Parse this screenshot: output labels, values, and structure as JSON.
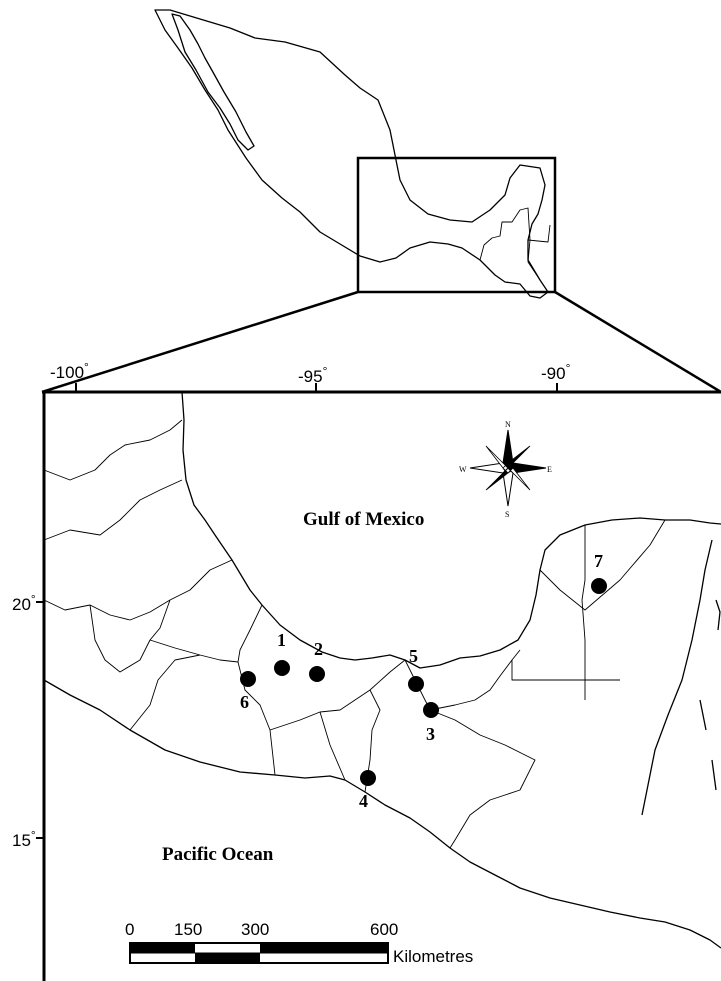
{
  "water_bodies": {
    "gulf": "Gulf of Mexico",
    "pacific": "Pacific Ocean"
  },
  "longitude_ticks": [
    {
      "deg": "-100",
      "symbol": "°"
    },
    {
      "deg": "-95",
      "symbol": "°"
    },
    {
      "deg": "-90",
      "symbol": "°"
    }
  ],
  "latitude_ticks": [
    {
      "deg": "20",
      "symbol": "°"
    },
    {
      "deg": "15",
      "symbol": "°"
    }
  ],
  "sites": [
    {
      "label": "1"
    },
    {
      "label": "2"
    },
    {
      "label": "3"
    },
    {
      "label": "4"
    },
    {
      "label": "5"
    },
    {
      "label": "6"
    },
    {
      "label": "7"
    }
  ],
  "scale_bar": {
    "ticks": [
      "0",
      "150",
      "300",
      "600"
    ],
    "unit": "Kilometres"
  },
  "compass": {
    "n": "N",
    "s": "S",
    "e": "E",
    "w": "W"
  },
  "colors": {
    "ink": "#000000",
    "paper": "#ffffff"
  }
}
